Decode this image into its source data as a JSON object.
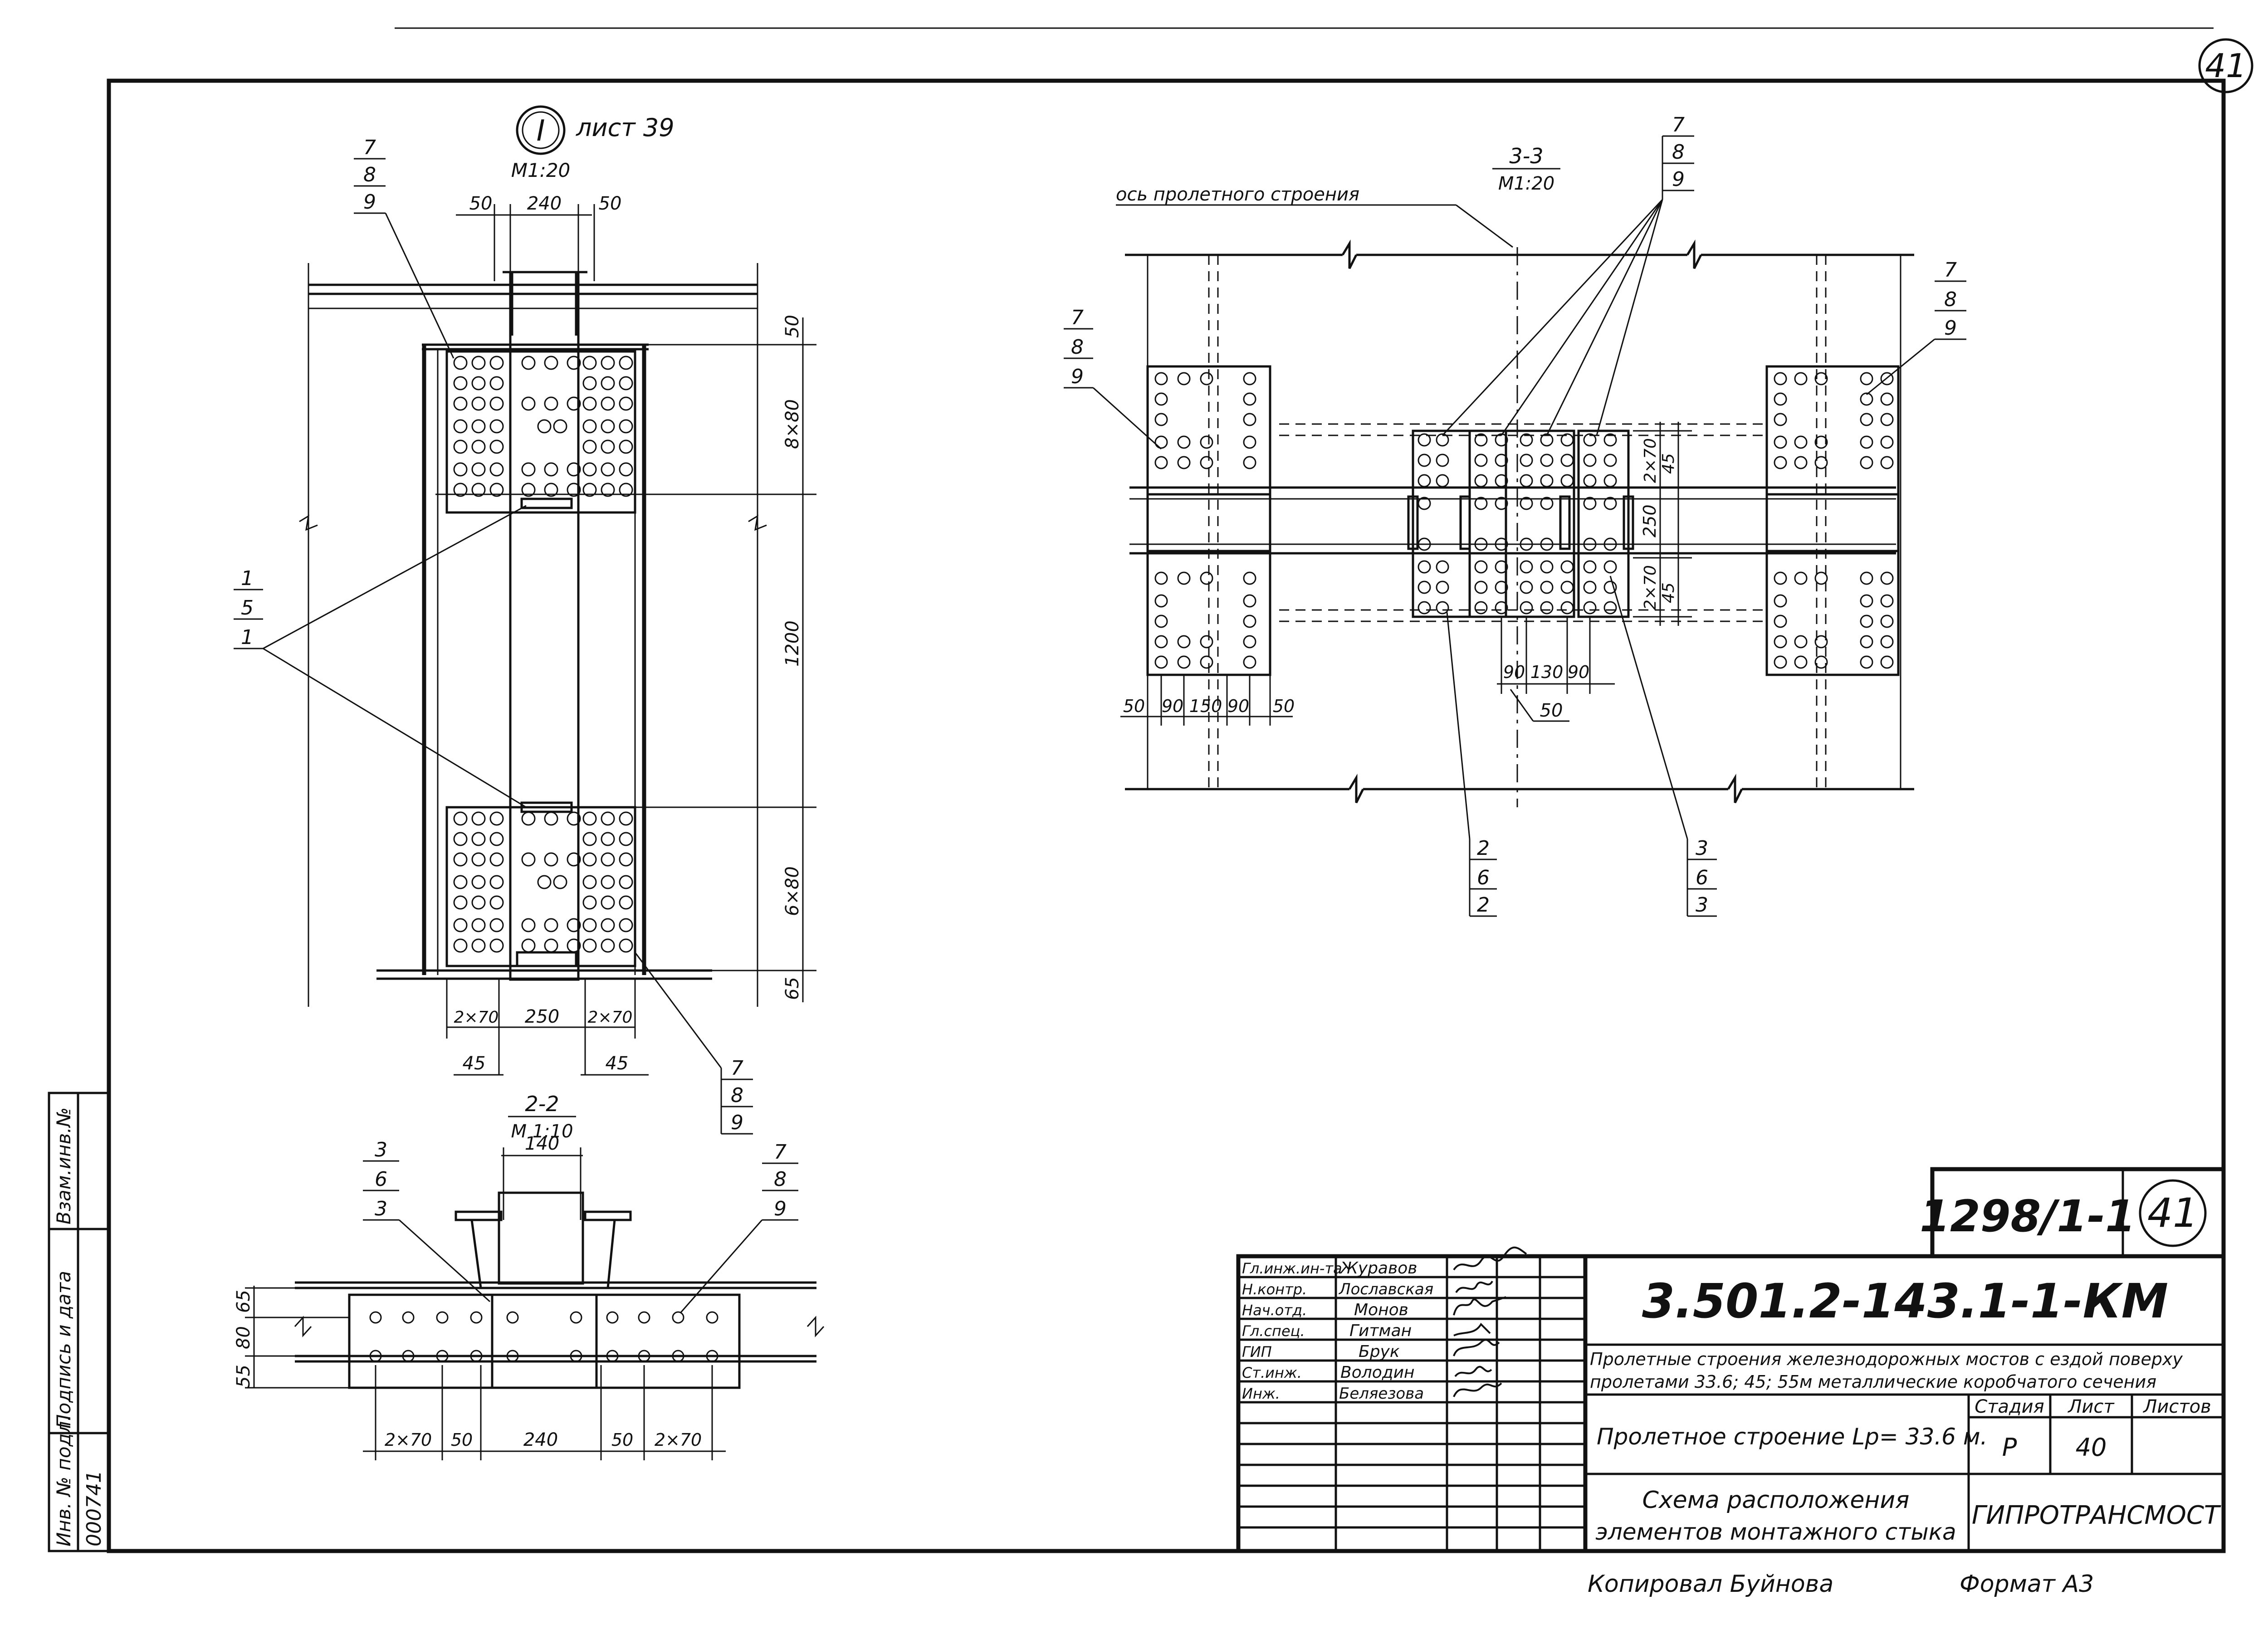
{
  "sheet": {
    "corner_sheet_no": "41",
    "stamp_code": "1298/1-1",
    "stamp_no": "41",
    "copied_by": "Копировал Буйнова",
    "format": "Формат А3"
  },
  "left_margin": {
    "col1": "Взам.инв.№",
    "col2": "Подпись и дата",
    "col3": "Инв. № подл.",
    "inv_value": "000741"
  },
  "view_I": {
    "marker": "I",
    "sheet_ref": "лист 39",
    "scale": "М1:20",
    "top_dims": [
      "50",
      "240",
      "50"
    ],
    "right_dims": [
      "50",
      "8×80",
      "1200",
      "6×80",
      "65"
    ],
    "bottom_dims": [
      "2×70",
      "250",
      "2×70"
    ],
    "bottom_dims2": [
      "45",
      "45"
    ],
    "callout_top": [
      "7",
      "8",
      "9"
    ],
    "callout_left": [
      "1",
      "5",
      "1"
    ],
    "callout_bottom": [
      "7",
      "8",
      "9"
    ]
  },
  "section_2_2": {
    "title": "2-2",
    "scale": "М 1:10",
    "top_dim": "140",
    "left_dims": [
      "55",
      "80",
      "65"
    ],
    "bottom_dims": [
      "2×70",
      "50",
      "240",
      "50",
      "2×70"
    ],
    "callout_left": [
      "3",
      "6",
      "3"
    ],
    "callout_right": [
      "7",
      "8",
      "9"
    ]
  },
  "section_3_3": {
    "title": "3-3",
    "scale": "М1:20",
    "axis_label": "ось пролетного строения",
    "bottom_dims": [
      "50",
      "90",
      "150",
      "90",
      "50"
    ],
    "center_dims": [
      "90",
      "130",
      "90"
    ],
    "center_dim2": "50",
    "right_dims": [
      "2×70",
      "45",
      "250",
      "2×70",
      "45"
    ],
    "callout_top": [
      "7",
      "8",
      "9"
    ],
    "callout_left": [
      "7",
      "8",
      "9"
    ],
    "callout_right": [
      "7",
      "8",
      "9"
    ],
    "callout_bottom_left": [
      "2",
      "6",
      "2"
    ],
    "callout_bottom_right": [
      "3",
      "6",
      "3"
    ]
  },
  "title_block": {
    "designation": "3.501.2-143.1-1-КМ",
    "description_line1": "Пролетные строения железнодорожных мостов с ездой поверху",
    "description_line2": "пролетами 33.6; 45; 55м металлические коробчатого сечения",
    "object": "Пролетное строение Lр= 33.6 м.",
    "sheet_title_line1": "Схема расположения",
    "sheet_title_line2": "элементов монтажного стыка",
    "stage_label": "Стадия",
    "sheet_label": "Лист",
    "sheets_label": "Листов",
    "stage": "Р",
    "sheet": "40",
    "sheets": "",
    "organization": "ГИПРОТРАНСМОСТ",
    "signatories": [
      {
        "role": "Гл.инж.ин-та",
        "name": "Журавов"
      },
      {
        "role": "Н.контр.",
        "name": "Лославская"
      },
      {
        "role": "Нач.отд.",
        "name": "Монов"
      },
      {
        "role": "Гл.спец.",
        "name": "Гитман"
      },
      {
        "role": "ГИП",
        "name": "Брук"
      },
      {
        "role": "Ст.инж.",
        "name": "Володин"
      },
      {
        "role": "Инж.",
        "name": "Беляезова"
      }
    ]
  }
}
